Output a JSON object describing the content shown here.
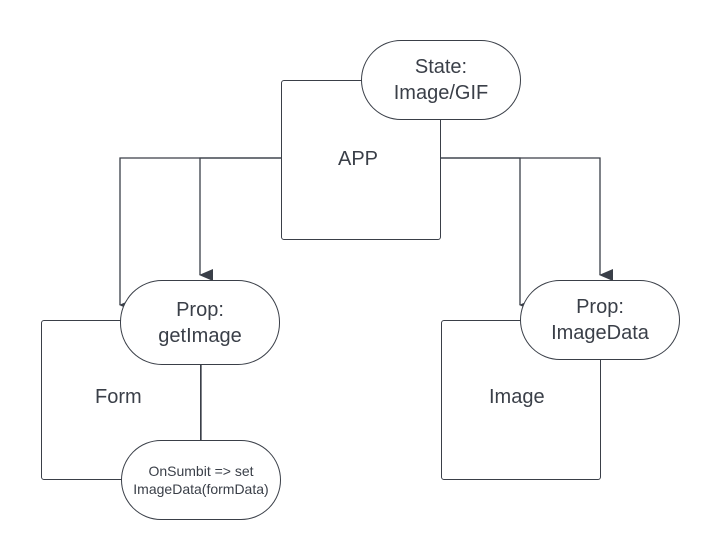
{
  "diagram": {
    "app": {
      "label": "APP"
    },
    "state": {
      "line1": "State:",
      "line2": "Image/GIF"
    },
    "form": {
      "label": "Form",
      "prop": {
        "line1": "Prop:",
        "line2": "getImage"
      },
      "handler": {
        "line1": "OnSumbit => set",
        "line2": "ImageData(formData)"
      }
    },
    "image": {
      "label": "Image",
      "prop": {
        "line1": "Prop:",
        "line2": "ImageData"
      }
    }
  }
}
